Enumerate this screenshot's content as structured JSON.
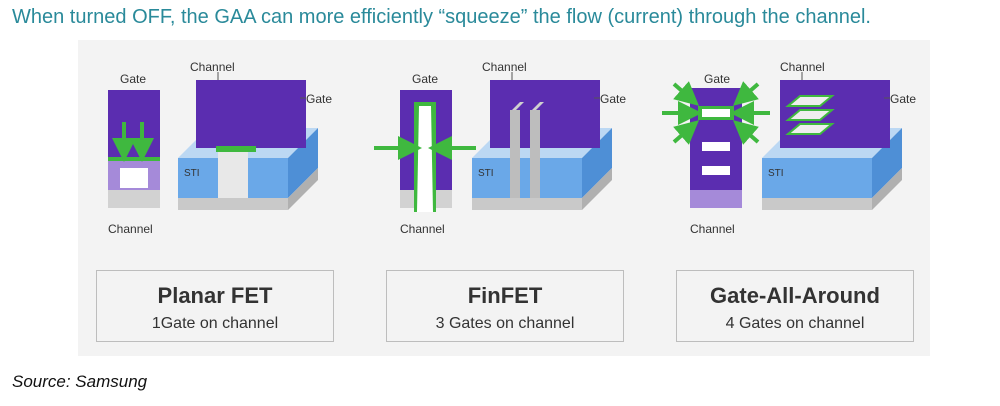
{
  "headline": "When turned OFF, the GAA can more efficiently “squeeze” the flow (current) through the channel.",
  "source": "Source:  Samsung",
  "labels": {
    "gate": "Gate",
    "channel": "Channel",
    "sti": "STI"
  },
  "cards": [
    {
      "title": "Planar FET",
      "subtitle": "1Gate on channel"
    },
    {
      "title": "FinFET",
      "subtitle": "3 Gates on channel"
    },
    {
      "title": "Gate-All-Around",
      "subtitle": "4 Gates on channel"
    }
  ],
  "colors": {
    "gate": "#5b2db0",
    "gate_light": "#a58ad9",
    "channel_green": "#3fb83f",
    "sti_blue": "#6aa8e8",
    "substrate_gray": "#c9c9c9",
    "headline": "#2a8a9a"
  }
}
